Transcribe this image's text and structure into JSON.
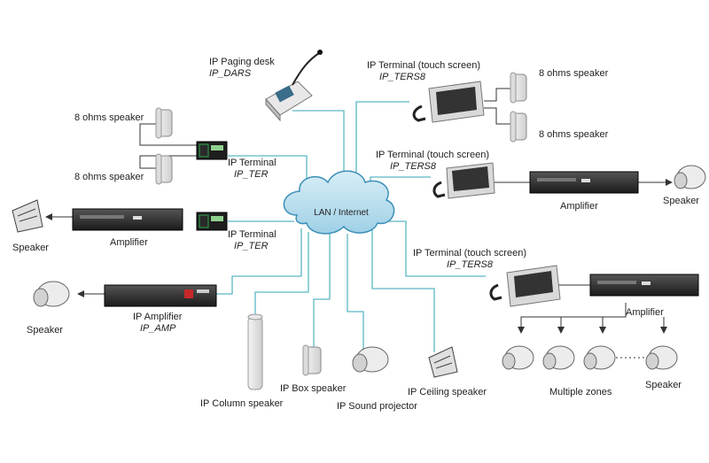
{
  "cloud": {
    "label": "LAN / Internet"
  },
  "colors": {
    "network": "#5bb8c4",
    "audio": "#333333"
  },
  "labels": {
    "paging_desk_name": "IP Paging desk",
    "paging_desk_model": "IP_DARS",
    "ip_terminal_1_name": "IP Terminal",
    "ip_terminal_1_model": "IP_TER",
    "ip_terminal_2_name": "IP Terminal",
    "ip_terminal_2_model": "IP_TER",
    "ip_amp_name": "IP Amplifier",
    "ip_amp_model": "IP_AMP",
    "ters8_1_name": "IP Terminal (touch screen)",
    "ters8_1_model": "IP_TERS8",
    "ters8_2_name": "IP Terminal (touch screen)",
    "ters8_2_model": "IP_TERS8",
    "ters8_3_name": "IP Terminal (touch screen)",
    "ters8_3_model": "IP_TERS8",
    "ohms_speaker_1": "8 ohms speaker",
    "ohms_speaker_2": "8 ohms speaker",
    "ohms_speaker_3": "8 ohms speaker",
    "ohms_speaker_4": "8 ohms speaker",
    "amplifier_left": "Amplifier",
    "speaker_left": "Speaker",
    "speaker_ipamp": "Speaker",
    "amplifier_right_1": "Amplifier",
    "speaker_right_1": "Speaker",
    "amplifier_right_2": "Amplifier",
    "multiple_zones": "Multiple zones",
    "speaker_zones": "Speaker",
    "ip_column_speaker": "IP Column speaker",
    "ip_box_speaker": "IP Box speaker",
    "ip_sound_projector": "IP Sound projector",
    "ip_ceiling_speaker": "IP Ceiling speaker"
  }
}
